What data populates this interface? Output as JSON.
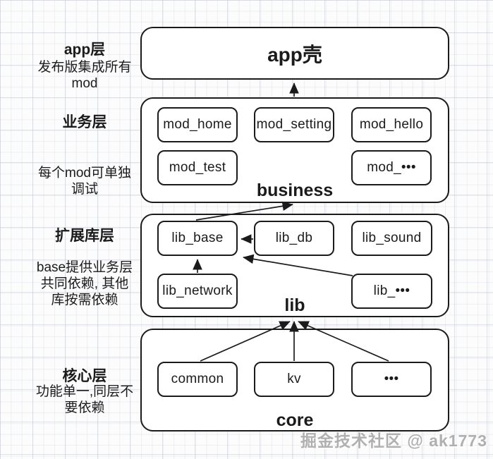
{
  "app_layer": {
    "side_title": "app层",
    "side_desc": "发布版集成所有\nmod",
    "shell_label": "app壳"
  },
  "business_layer": {
    "side_title": "业务层",
    "side_desc": "每个mod可单独\n调试",
    "label": "business",
    "boxes": {
      "home": "mod_home",
      "setting": "mod_setting",
      "hello": "mod_hello",
      "test": "mod_test",
      "more": "mod_•••"
    }
  },
  "lib_layer": {
    "side_title": "扩展库层",
    "side_desc": "base提供业务层\n共同依赖, 其他\n库按需依赖",
    "label": "lib",
    "boxes": {
      "base": "lib_base",
      "db": "lib_db",
      "sound": "lib_sound",
      "network": "lib_network",
      "more": "lib_•••"
    }
  },
  "core_layer": {
    "side_title": "核心层",
    "side_desc": "功能单一,同层不\n要依赖",
    "label": "core",
    "boxes": {
      "common": "common",
      "kv": "kv",
      "more": "•••"
    }
  },
  "watermark": "掘金技术社区 @ ak1773",
  "colors": {
    "stroke": "#1b1b1b",
    "box_fill": "#ffffff",
    "watermark": "#b0b0b0",
    "grid_major": "#d9dcdf",
    "grid_minor": "#eceef0"
  }
}
